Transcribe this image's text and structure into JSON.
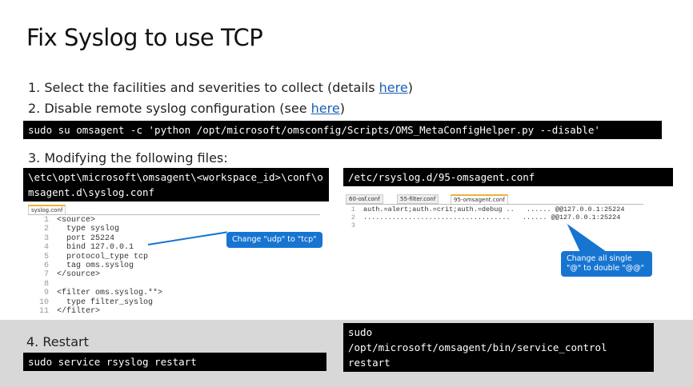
{
  "title": "Fix Syslog to use TCP",
  "steps": [
    {
      "text": "1. Select the facilities and severities to collect (details ",
      "link": "here",
      "suffix": ")"
    },
    {
      "text": "2. Disable remote syslog configuration (see ",
      "link": "here",
      "suffix": ")"
    },
    {
      "text": "3. Modifying the following files:"
    },
    {
      "text": "4. Restart"
    }
  ],
  "commands": {
    "disable": "sudo su omsagent -c 'python /opt/microsoft/omsconfig/Scripts/OMS_MetaConfigHelper.py --disable'",
    "left_path": "\\etc\\opt\\microsoft\\omsagent\\<workspace_id>\\conf\\omsagent.d\\syslog.conf",
    "right_path": "/etc/rsyslog.d/95-omsagent.conf",
    "restart_left": "sudo service rsyslog restart",
    "restart_right": "sudo\n/opt/microsoft/omsagent/bin/service_control\nrestart"
  },
  "left_editor": {
    "tab": "syslog.conf",
    "lines": [
      "<source>",
      "  type syslog",
      "  port 25224",
      "  bind 127.0.0.1",
      "  protocol_type tcp",
      "  tag oms.syslog",
      "</source>",
      "",
      "<filter oms.syslog.**>",
      "  type filter_syslog",
      "</filter>"
    ],
    "callout": "Change \"udp\" to \"tcp\""
  },
  "right_editor": {
    "tabs": [
      "60-osf.conf",
      "55-filter.conf",
      "95-omsagent.conf"
    ],
    "lines": [
      "auth.=alert;auth.=crit;auth.=debug ..   ...... @@127.0.0.1:25224",
      "....................................   ...... @@127.0.0.1:25224",
      ""
    ],
    "callout": "Change all single \"@\" to double \"@@\""
  },
  "colors": {
    "callout": "#1775d1",
    "link": "#1a5fb4"
  }
}
